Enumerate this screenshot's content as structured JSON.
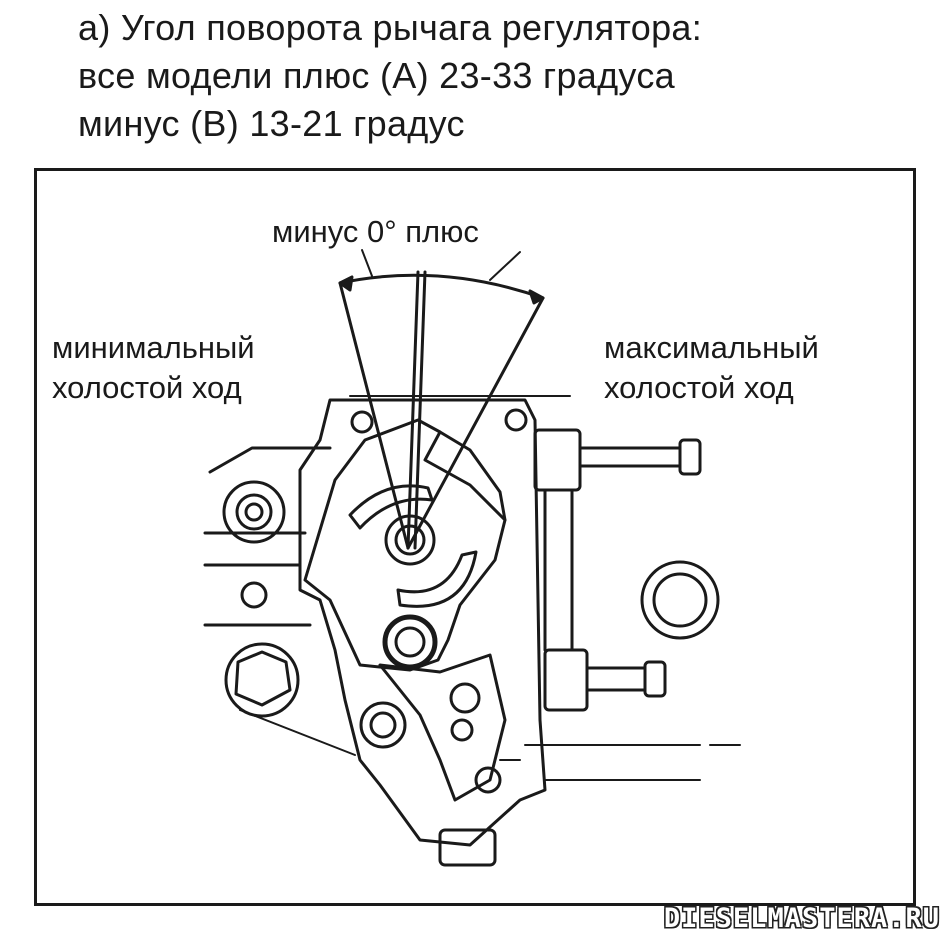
{
  "heading": {
    "line1": "а) Угол поворота рычага регулятора:",
    "line2": "все модели плюс (А) 23-33 градуса",
    "line3": "минус (В) 13-21 градус"
  },
  "diagram": {
    "angle_label": "минус 0°  плюс",
    "left_label": {
      "line1": "минимальный",
      "line2": "холостой ход"
    },
    "right_label": {
      "line1": "максимальный",
      "line2": "холостой ход"
    }
  },
  "watermark": "DIESELMASTERA.RU"
}
